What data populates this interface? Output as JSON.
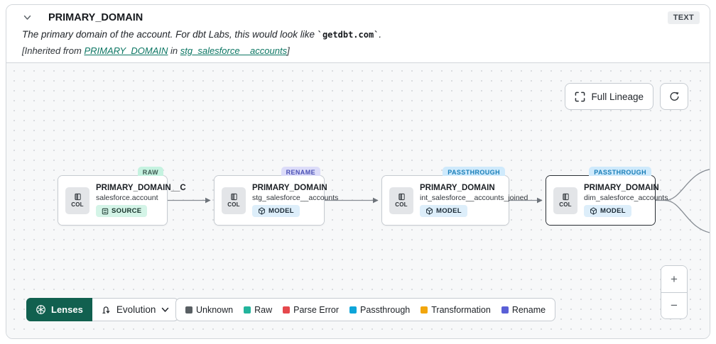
{
  "header": {
    "title": "PRIMARY_DOMAIN",
    "type_badge": "TEXT",
    "description_prefix": "The primary domain of the account. For dbt Labs, this would look like ",
    "description_code": "`getdbt.com`",
    "description_suffix": ".",
    "inherited_prefix": "[Inherited from ",
    "inherited_link_column": "PRIMARY_DOMAIN",
    "inherited_mid": " in ",
    "inherited_link_model": "stg_salesforce__accounts",
    "inherited_suffix": "]"
  },
  "canvas": {
    "controls": {
      "full_lineage_label": "Full Lineage",
      "lenses_label": "Lenses",
      "lens_selected": "Evolution",
      "zoom_in": "+",
      "zoom_out": "−"
    },
    "nodes": [
      {
        "badge": "RAW",
        "col_label": "COL",
        "title": "PRIMARY_DOMAIN__C",
        "subtitle": "salesforce.account",
        "tag": "SOURCE"
      },
      {
        "badge": "RENAME",
        "col_label": "COL",
        "title": "PRIMARY_DOMAIN",
        "subtitle": "stg_salesforce__accounts",
        "tag": "MODEL"
      },
      {
        "badge": "PASSTHROUGH",
        "col_label": "COL",
        "title": "PRIMARY_DOMAIN",
        "subtitle": "int_salesforce__accounts_joined",
        "tag": "MODEL"
      },
      {
        "badge": "PASSTHROUGH",
        "col_label": "COL",
        "title": "PRIMARY_DOMAIN",
        "subtitle": "dim_salesforce_accounts",
        "tag": "MODEL"
      }
    ],
    "legend": [
      {
        "label": "Unknown",
        "color": "#595f63"
      },
      {
        "label": "Raw",
        "color": "#23b49c"
      },
      {
        "label": "Parse Error",
        "color": "#e5484d"
      },
      {
        "label": "Passthrough",
        "color": "#0ea5d9"
      },
      {
        "label": "Transformation",
        "color": "#f2a60d"
      },
      {
        "label": "Rename",
        "color": "#5a5fd6"
      }
    ]
  }
}
